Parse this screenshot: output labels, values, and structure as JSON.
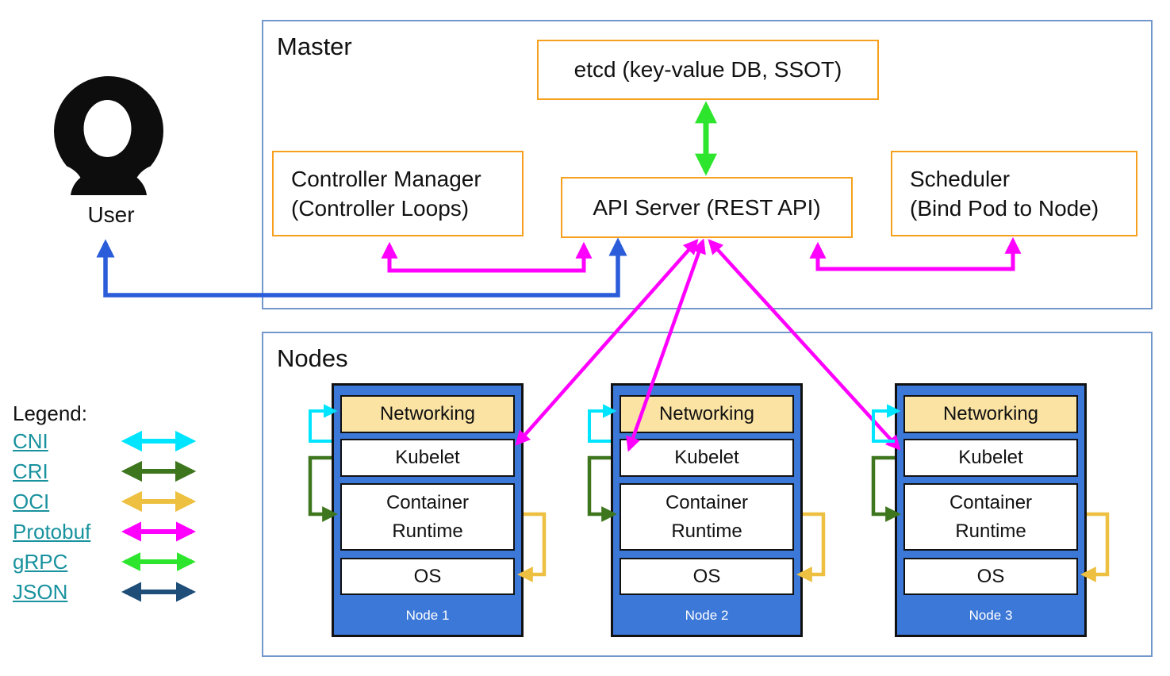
{
  "colors": {
    "frame": "#7298CB",
    "box_orange": "#F6A01E",
    "node_blue": "#3C78D8",
    "row_tan": "#FAE3A3",
    "link_teal": "#18929E",
    "cni_cyan": "#00E5FF",
    "cri_green": "#3E761E",
    "oci_gold": "#EEC041",
    "protobuf_magenta": "#FF00FF",
    "grpc_green": "#2EE52E",
    "json_navy": "#1F4E79",
    "user_json_blue": "#2B5CD9"
  },
  "user": {
    "label": "User"
  },
  "master": {
    "title": "Master",
    "etcd": "etcd (key-value DB, SSOT)",
    "controller_manager": "Controller Manager\n(Controller Loops)",
    "api_server": "API Server (REST API)",
    "scheduler": "Scheduler\n(Bind Pod to Node)"
  },
  "nodes": {
    "title": "Nodes",
    "items": [
      {
        "networking": "Networking",
        "kubelet": "Kubelet",
        "runtime": "Container\nRuntime",
        "os": "OS",
        "label": "Node 1"
      },
      {
        "networking": "Networking",
        "kubelet": "Kubelet",
        "runtime": "Container\nRuntime",
        "os": "OS",
        "label": "Node 2"
      },
      {
        "networking": "Networking",
        "kubelet": "Kubelet",
        "runtime": "Container\nRuntime",
        "os": "OS",
        "label": "Node 3"
      }
    ]
  },
  "legend": {
    "title": "Legend:",
    "items": [
      {
        "label": "CNI"
      },
      {
        "label": "CRI"
      },
      {
        "label": "OCI"
      },
      {
        "label": "Protobuf"
      },
      {
        "label": "gRPC"
      },
      {
        "label": "JSON"
      }
    ]
  }
}
